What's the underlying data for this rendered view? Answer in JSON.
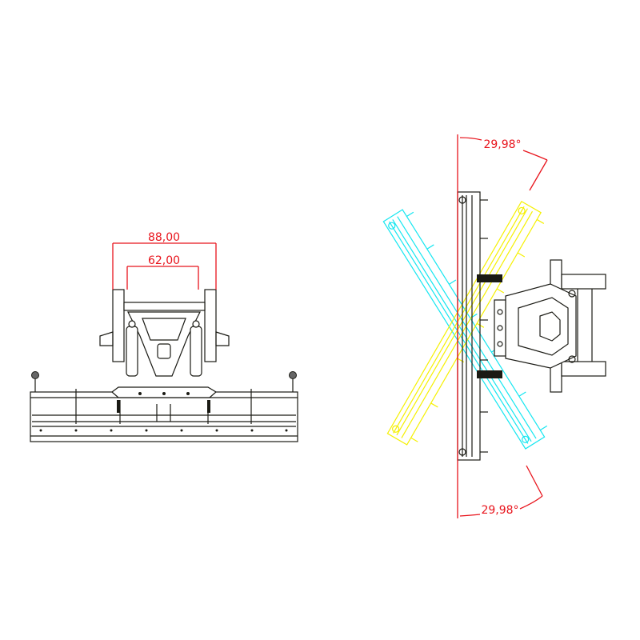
{
  "front_view": {
    "dimensions": [
      {
        "label": "88,00"
      },
      {
        "label": "62,00"
      }
    ]
  },
  "top_view": {
    "angles": [
      {
        "label": "29,98°"
      },
      {
        "label": "29,98°"
      }
    ],
    "colors": {
      "dimension": "#e8141c",
      "blade_center": "#1a1a14",
      "blade_right_angle": "#f5f000",
      "blade_left_angle": "#14e6f0"
    }
  }
}
